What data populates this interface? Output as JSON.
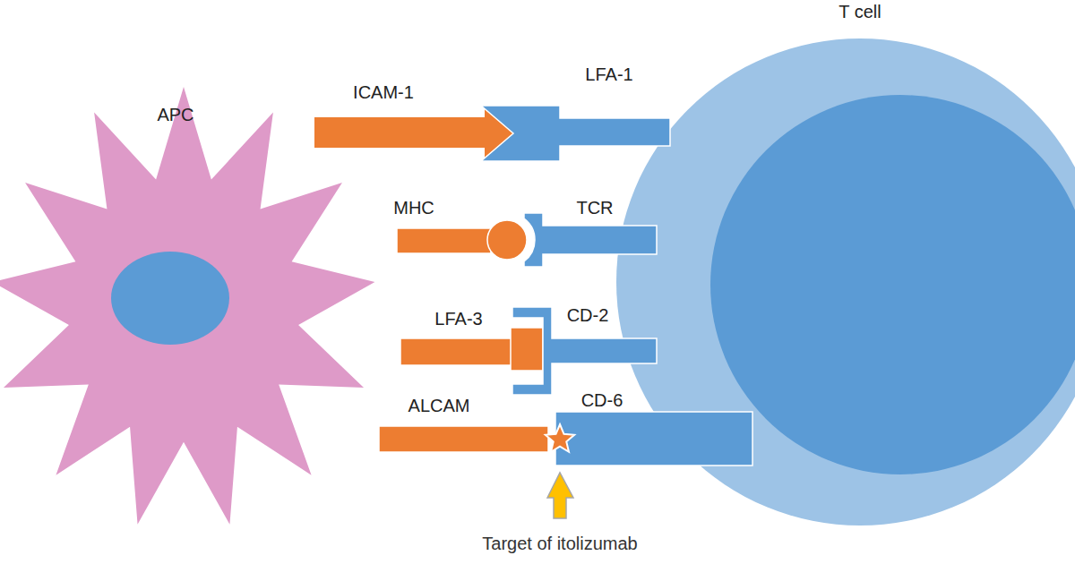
{
  "diagram": {
    "nodes": [
      {
        "text": [
          "APC"
        ]
      },
      {
        "text": [
          "T cell"
        ]
      },
      {
        "text": [
          "ICAM-1"
        ]
      },
      {
        "text": [
          "LFA-1"
        ]
      },
      {
        "text": [
          "MHC"
        ]
      },
      {
        "text": [
          "TCR"
        ]
      },
      {
        "text": [
          "LFA-3"
        ]
      },
      {
        "text": [
          "CD-2"
        ]
      },
      {
        "text": [
          "ALCAM"
        ]
      },
      {
        "text": [
          "CD-6"
        ]
      }
    ],
    "labels": [
      "Target of itolizumab"
    ]
  }
}
